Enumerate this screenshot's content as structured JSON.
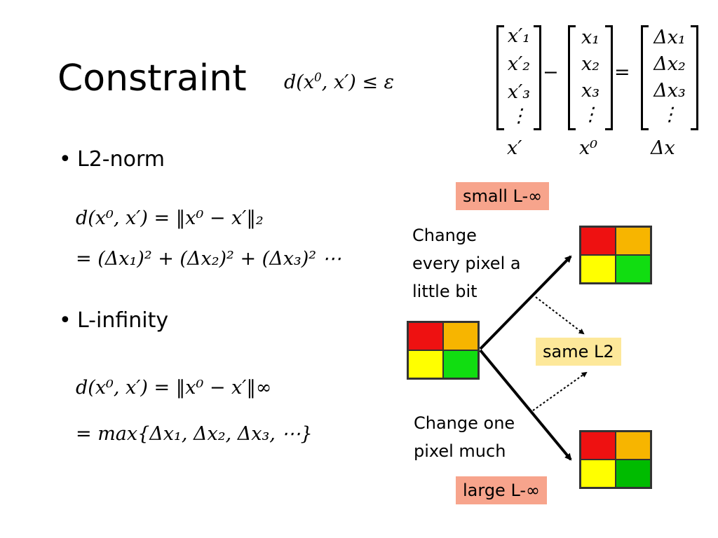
{
  "title": "Constraint",
  "constraint": {
    "lhs": "d(x",
    "sup": "0",
    "rest": ", x′) ≤ ε"
  },
  "vectors": {
    "xprime": {
      "entries": [
        "x′₁",
        "x′₂",
        "x′₃",
        "⋮"
      ],
      "label": "x′"
    },
    "minus": "−",
    "x0": {
      "entries": [
        "x₁",
        "x₂",
        "x₃",
        "⋮"
      ],
      "label": "x⁰"
    },
    "equals": "=",
    "delta": {
      "entries": [
        "Δx₁",
        "Δx₂",
        "Δx₃",
        "⋮"
      ],
      "label": "Δx"
    }
  },
  "l2": {
    "bullet": "L2-norm",
    "eq1": "d(x⁰, x′) = ‖x⁰ − x′‖₂",
    "eq2": "= (Δx₁)² + (Δx₂)² + (Δx₃)² ⋯"
  },
  "linf": {
    "bullet": "L-infinity",
    "eq1": "d(x⁰, x′) = ‖x⁰ − x′‖∞",
    "eq2": "= max{Δx₁, Δx₂, Δx₃, ⋯}"
  },
  "labels": {
    "small_linf": "small L-∞",
    "same_l2": "same L2",
    "large_linf": "large L-∞",
    "change_every": [
      "Change",
      "every pixel a",
      "little bit"
    ],
    "change_one": [
      "Change one",
      "pixel much"
    ]
  },
  "colors": {
    "red": "#ee1111",
    "orange": "#f7b500",
    "yellow": "#ffff00",
    "green": "#11dd11",
    "dark_green": "#00bb00",
    "salmon_box": "#f7a48c",
    "yellow_box": "#fde89a"
  }
}
